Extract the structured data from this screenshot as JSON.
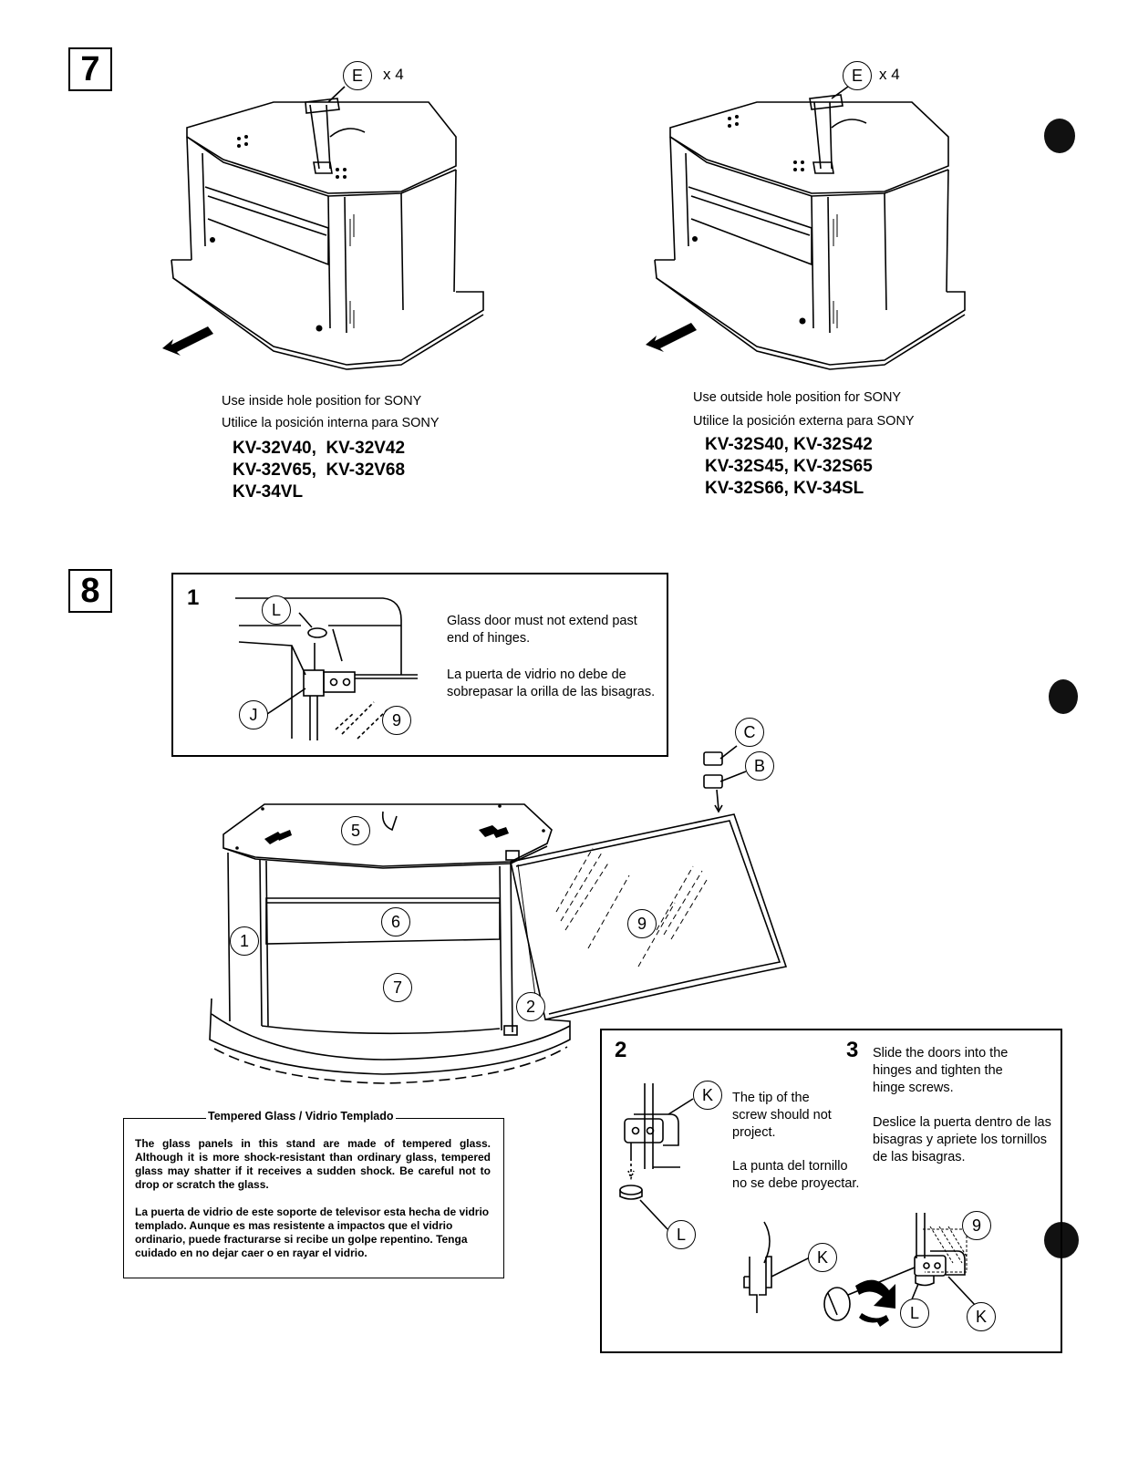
{
  "step7": {
    "number": "7",
    "callout_e": "E",
    "qty": "x 4",
    "left": {
      "line1": "Use inside hole position for SONY",
      "line2": "Utilice la posición interna para SONY",
      "models": [
        "KV-32V40,  KV-32V42",
        "KV-32V65,  KV-32V68",
        "KV-34VL"
      ]
    },
    "right": {
      "line1": "Use outside hole position for SONY",
      "line2": "Utilice la posición externa para SONY",
      "models": [
        "KV-32S40, KV-32S42",
        "KV-32S45, KV-32S65",
        "KV-32S66, KV-34SL"
      ]
    }
  },
  "step8": {
    "number": "8",
    "sub1": {
      "num": "1",
      "labels": {
        "l": "L",
        "j": "J",
        "nine": "9"
      },
      "en": "Glass door must not extend past end of hinges.",
      "es": "La puerta de vidrio no debe de sobrepasar la orilla de las bisagras."
    },
    "main_labels": {
      "one": "1",
      "two": "2",
      "five": "5",
      "six": "6",
      "seven": "7",
      "nine": "9",
      "b": "B",
      "c": "C"
    },
    "sub2": {
      "num": "2",
      "labels": {
        "k": "K",
        "l": "L"
      },
      "en": "The tip of the screw should not project.",
      "es": "La punta del tornillo no se debe proyectar."
    },
    "sub3": {
      "num": "3",
      "labels": {
        "nine": "9",
        "l": "L",
        "k": "K"
      },
      "en": "Slide the doors into the hinges and tighten the hinge screws.",
      "es": "Deslice la puerta dentro de las bisagras y apriete los tornillos de las bisagras."
    }
  },
  "warning": {
    "title": "Tempered Glass / Vidrio Templado",
    "en": "The glass panels in this stand are made of tempered glass. Although it is more shock-resistant than ordinary glass, tempered glass may shatter if it receives a sudden shock. Be careful not to drop or scratch the glass.",
    "es": "La puerta de vidrio de este soporte de televisor esta hecha de vidrio templado.  Aunque es mas resistente a impactos que el vidrio ordinario, puede fracturarse si recibe un golpe repentino. Tenga cuidado en no dejar caer o en rayar el vidrio."
  }
}
